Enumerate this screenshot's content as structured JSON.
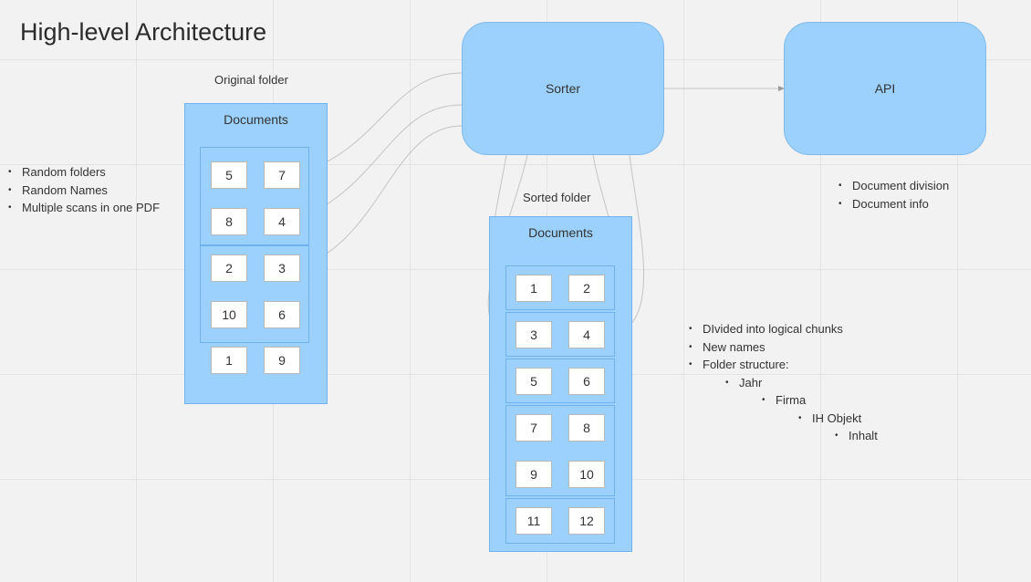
{
  "title": "High-level Architecture",
  "original_folder": {
    "caption": "Original folder",
    "title": "Documents",
    "docs": [
      "5",
      "7",
      "8",
      "4",
      "2",
      "3",
      "10",
      "6",
      "1",
      "9"
    ]
  },
  "sorted_folder": {
    "caption": "Sorted folder",
    "title": "Documents",
    "docs": [
      "1",
      "2",
      "3",
      "4",
      "5",
      "6",
      "7",
      "8",
      "9",
      "10",
      "11",
      "12"
    ]
  },
  "nodes": {
    "sorter": "Sorter",
    "api": "API"
  },
  "notes": {
    "left": [
      "Random folders",
      "Random Names",
      "Multiple scans in one PDF"
    ],
    "api": [
      "Document division",
      "Document info"
    ],
    "sorted": [
      "DIvided into logical chunks",
      "New names",
      "Folder structure:",
      "Jahr",
      "Firma",
      "IH Objekt",
      "Inhalt"
    ]
  },
  "colors": {
    "node_fill": "#9dd1fd",
    "folder_fill": "#9dd1fd",
    "connector": "#bdbdbd"
  }
}
